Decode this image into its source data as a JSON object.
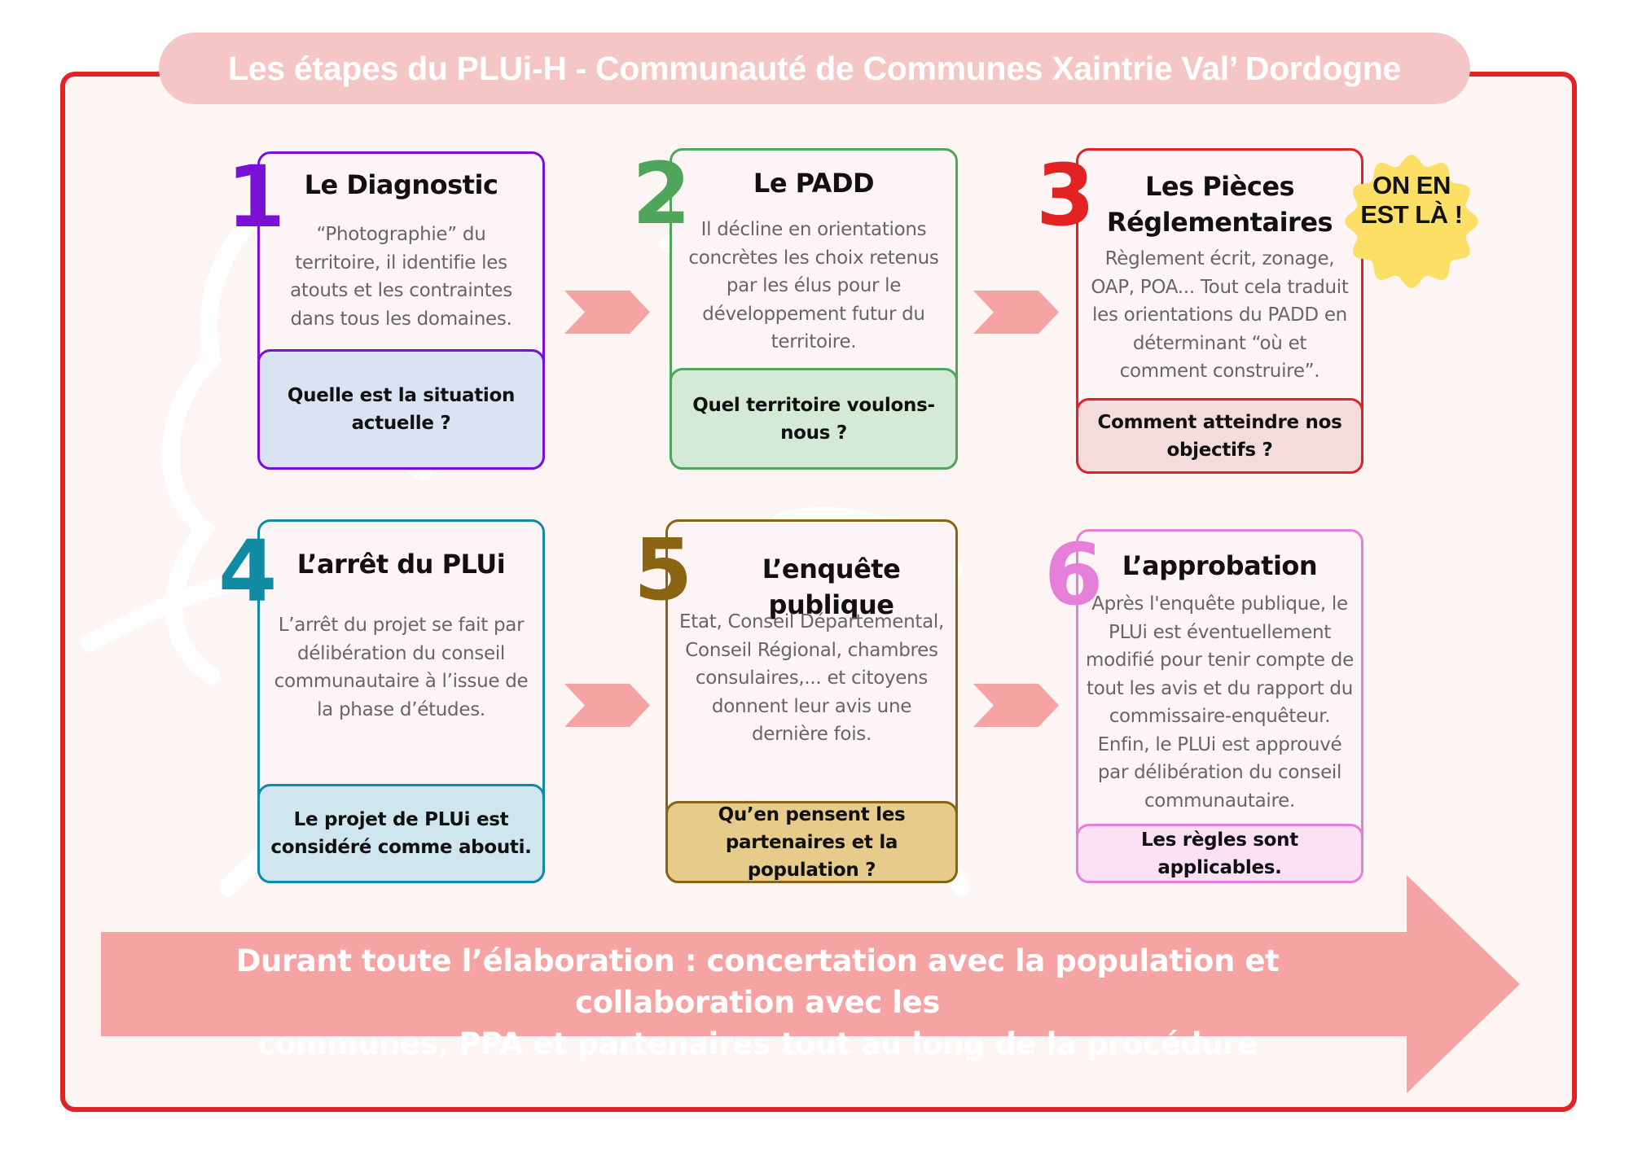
{
  "title": "Les étapes du PLUi-H - Communauté de Communes Xaintrie Val’ Dordogne",
  "colors": {
    "frame": "#e32224",
    "title_pill": "#f5c6c6",
    "arrow": "#f5a3a3",
    "badge": "#fddf66"
  },
  "badge": {
    "line1": "ON EN",
    "line2": "EST LÀ !"
  },
  "steps": [
    {
      "number": "1",
      "title": "Le Diagnostic",
      "description": "“Photographie” du territoire, il identifie les atouts et les contraintes dans tous les domaines.",
      "question": "Quelle est la situation actuelle ?",
      "color": "#7a0fd6",
      "question_bg": "#dae3f3"
    },
    {
      "number": "2",
      "title": "Le PADD",
      "description": "Il décline en orientations concrètes les choix retenus par les élus pour le développement futur du territoire.",
      "question": "Quel territoire voulons-nous ?",
      "color": "#4fa55a",
      "question_bg": "#d5ead6"
    },
    {
      "number": "3",
      "title": "Les Pièces Réglementaires",
      "description": "Règlement écrit, zonage, OAP, POA... Tout cela traduit les orientations du PADD en déterminant “où et comment construire”.",
      "question": "Comment atteindre nos objectifs ?",
      "color": "#e32224",
      "question_bg": "#f4dcdc"
    },
    {
      "number": "4",
      "title": "L’arrêt du PLUi",
      "description": "L’arrêt du projet se fait par délibération du conseil communautaire à l’issue de la phase d’études.",
      "question": "Le projet de PLUi est considéré comme abouti.",
      "color": "#118aa3",
      "question_bg": "#d0e6ee"
    },
    {
      "number": "5",
      "title": "L’enquête publique",
      "description": "Etat, Conseil Départemental, Conseil Régional, chambres consulaires,... et citoyens donnent leur avis une dernière fois.",
      "question": "Qu’en pensent les partenaires et la population ?",
      "color": "#8a6412",
      "question_bg": "#e6cb8a"
    },
    {
      "number": "6",
      "title": "L’approbation",
      "description": "Après l'enquête publique, le PLUi est éventuellement modifié pour tenir compte de tout les avis et du rapport du commissaire-enquêteur. Enfin, le PLUi est approuvé par délibération du conseil communautaire.",
      "question": "Les règles sont applicables.",
      "color": "#e67fd9",
      "question_bg": "#fce0f6"
    }
  ],
  "footer_arrow": {
    "line1": "Durant toute l’élaboration : concertation avec la population et collaboration avec les",
    "line2": "communes, PPA et partenaires tout au long de la procédure"
  },
  "current_step": "3"
}
